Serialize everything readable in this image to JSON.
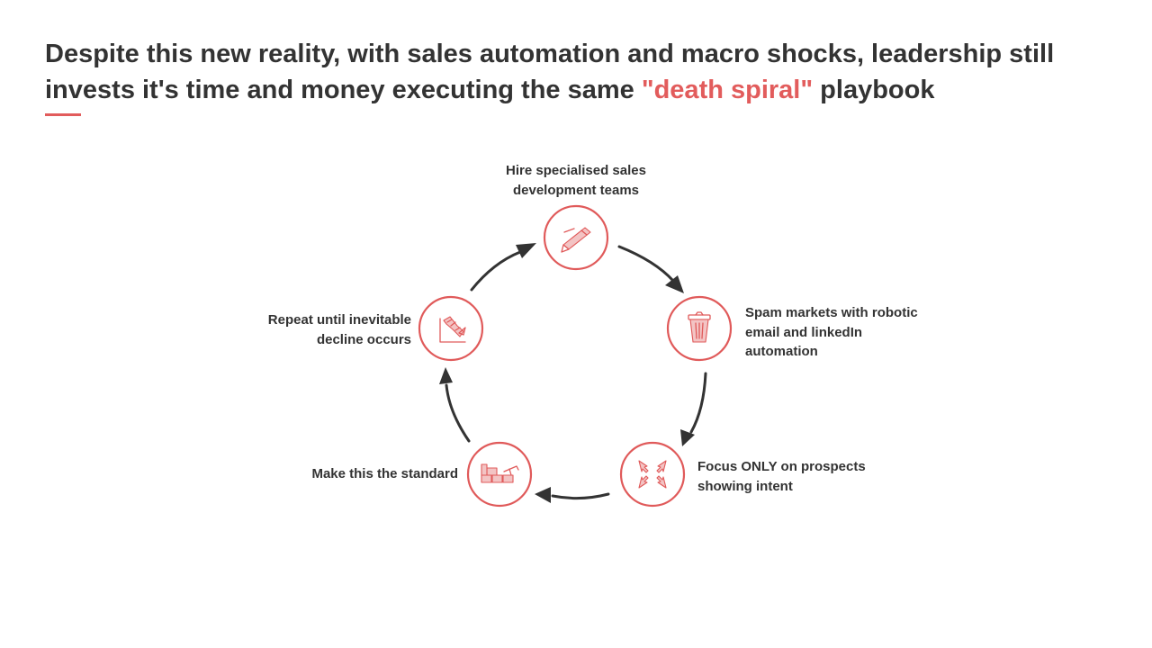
{
  "slide": {
    "title_part1": "Despite this new reality, with sales automation and macro shocks, leadership still invests it's time and money executing the same ",
    "title_accent": "\"death spiral\"",
    "title_part2": " playbook",
    "accent_color": "#e25c5c"
  },
  "cycle": {
    "steps": [
      {
        "line1": "Hire specialised sales",
        "line2": "development teams",
        "icon": "pencil-icon"
      },
      {
        "line1": "Spam markets with robotic",
        "line2": "email and linkedIn",
        "line3": "automation",
        "icon": "trash-bin-icon"
      },
      {
        "line1": "Focus ONLY on prospects",
        "line2": "showing intent",
        "icon": "converge-arrows-icon"
      },
      {
        "line1": "Make this the standard",
        "icon": "building-blocks-icon"
      },
      {
        "line1": "Repeat until inevitable",
        "line2": "decline occurs",
        "icon": "decline-chart-icon"
      }
    ]
  }
}
